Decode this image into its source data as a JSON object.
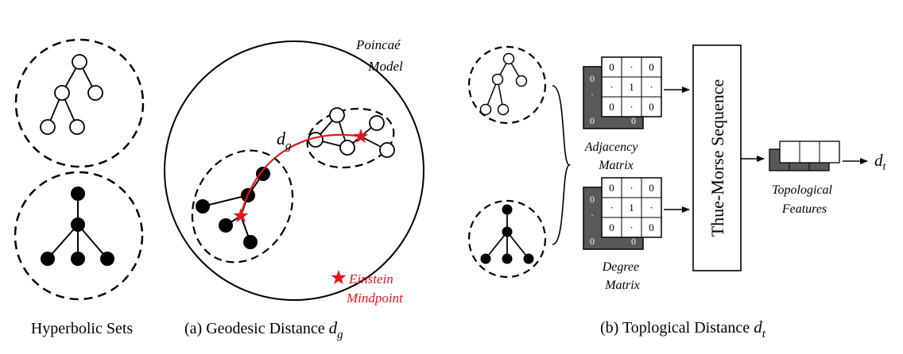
{
  "captions": {
    "hyperbolic_sets": "Hyperbolic Sets",
    "geodesic_prefix": "(a) Geodesic Distance ",
    "geodesic_symbol": "d",
    "geodesic_sub": "g",
    "topological_prefix": "(b) Toplogical Distance ",
    "topological_symbol": "d",
    "topological_sub": "t"
  },
  "poincare": {
    "line1": "Poincaé",
    "line2": "Model"
  },
  "geodesic_label": {
    "symbol": "d",
    "sub": "g"
  },
  "einstein": {
    "line1": "Einstein",
    "line2": "Mindpoint"
  },
  "adjacency": {
    "label_line1": "Adjacency",
    "label_line2": "Matrix",
    "front": [
      [
        "0",
        "·",
        "0"
      ],
      [
        "·",
        "1",
        "·"
      ],
      [
        "0",
        "·",
        "0"
      ]
    ],
    "back_col": [
      "0",
      "·",
      "",
      "0"
    ],
    "back_row_tail": "0"
  },
  "degree": {
    "label_line1": "Degree",
    "label_line2": "Matrix",
    "front": [
      [
        "0",
        "·",
        "0"
      ],
      [
        "·",
        "1",
        "·"
      ],
      [
        "0",
        "·",
        "0"
      ]
    ],
    "back_col": [
      "0",
      "·",
      "",
      "0"
    ],
    "back_row_tail": "0"
  },
  "thue_morse": "Thue-Morse Sequence",
  "topo_features": {
    "line1": "Topological",
    "line2": "Features"
  },
  "output": {
    "symbol": "d",
    "sub": "t"
  },
  "colors": {
    "red": "#e8141e",
    "dark_gray": "#595959",
    "black": "#000000"
  }
}
